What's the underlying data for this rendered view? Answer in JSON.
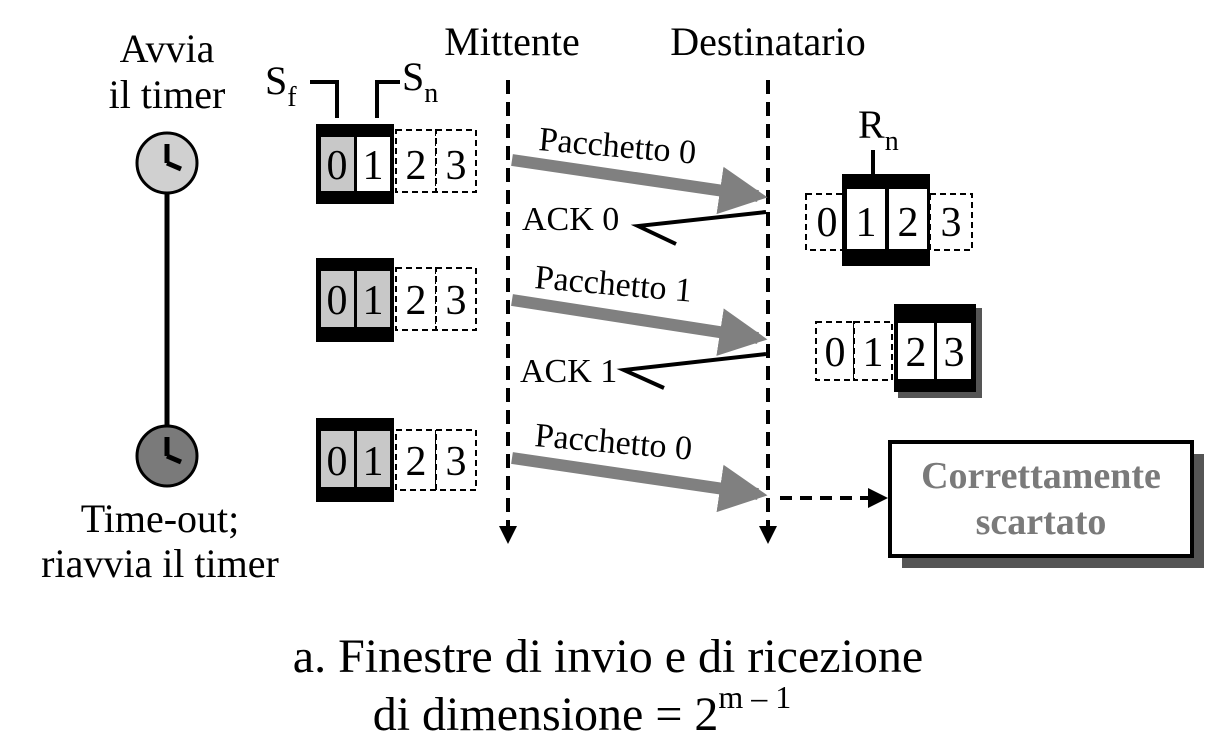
{
  "timer": {
    "start_line1": "Avvia",
    "start_line2": "il timer",
    "timeout_line1": "Time-out;",
    "timeout_line2": "riavvia il timer",
    "start_clock_color": "#d0d0d0",
    "timeout_clock_color": "#7a7a7a"
  },
  "sender_window_labels": {
    "sf": "S",
    "sf_sub": "f",
    "sn": "S",
    "sn_sub": "n"
  },
  "receiver_window_label": {
    "rn": "R",
    "rn_sub": "n"
  },
  "columns": {
    "sender": "Mittente",
    "receiver": "Destinatario"
  },
  "sequence_numbers": [
    "0",
    "1",
    "2",
    "3"
  ],
  "messages": [
    {
      "label": "Pacchetto 0",
      "kind": "packet"
    },
    {
      "label": "ACK 0",
      "kind": "ack"
    },
    {
      "label": "Pacchetto 1",
      "kind": "packet"
    },
    {
      "label": "ACK 1",
      "kind": "ack"
    },
    {
      "label": "Pacchetto 0",
      "kind": "packet"
    }
  ],
  "result_box": {
    "line1": "Correttamente",
    "line2": "scartato"
  },
  "caption": {
    "line1": "a. Finestre di invio e di ricezione",
    "line2_prefix": "di dimensione = 2",
    "line2_exponent": "m – 1"
  },
  "colors": {
    "window_gray": "#c8c8c8",
    "arrow_gray": "#808080",
    "border_dark": "#000000",
    "shadow": "#555555"
  }
}
